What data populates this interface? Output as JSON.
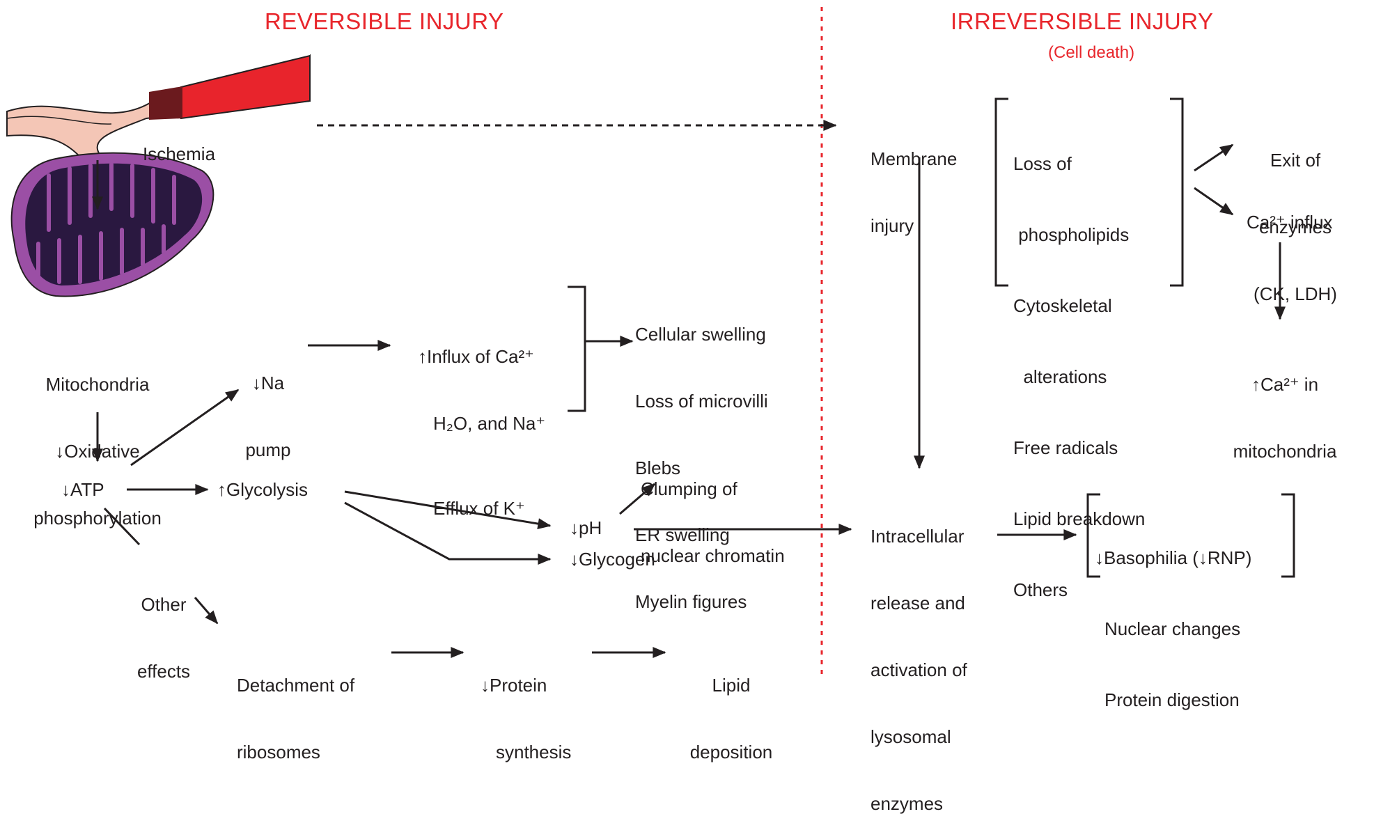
{
  "headers": {
    "reversible": "REVERSIBLE INJURY",
    "irreversible": "IRREVERSIBLE INJURY",
    "irreversible_sub": "(Cell death)"
  },
  "nodes": {
    "ischemia": "Ischemia",
    "mito_1": "Mitochondria",
    "mito_2": "↓Oxidative",
    "mito_3": "phosphorylation",
    "atp": "↓ATP",
    "na_1": "↓Na",
    "na_2": "pump",
    "glycolysis": "↑Glycolysis",
    "influx_1": "↑Influx of Ca²⁺",
    "influx_2": "H₂O, and Na⁺",
    "influx_3": "Efflux of K⁺",
    "swelling": [
      "Cellular swelling",
      "Loss of microvilli",
      "Blebs",
      "ER swelling",
      "Myelin figures"
    ],
    "clumping_1": "Clumping of",
    "clumping_2": "nuclear chromatin",
    "ph": "↓pH",
    "glycogen": "↓Glycogen",
    "other_1": "Other",
    "other_2": "effects",
    "detach_1": "Detachment of",
    "detach_2": "ribosomes",
    "protein_1": "↓Protein",
    "protein_2": "synthesis",
    "lipid_1": "Lipid",
    "lipid_2": "deposition",
    "membrane_1": "Membrane",
    "membrane_2": "injury",
    "causes": [
      "Loss of",
      " phospholipids",
      "Cytoskeletal",
      "  alterations",
      "Free radicals",
      "Lipid breakdown",
      "Others"
    ],
    "exit": [
      "Exit of",
      "enzymes",
      "(CK, LDH)"
    ],
    "ca_influx": "Ca²⁺ influx",
    "ca_mito_1": "↑Ca²⁺ in",
    "ca_mito_2": "mitochondria",
    "lyso": [
      "Intracellular",
      "release and",
      "activation of",
      "lysosomal",
      "enzymes"
    ],
    "nuclear": [
      "↓Basophilia (↓RNP)",
      "Nuclear changes",
      "Protein digestion"
    ]
  },
  "colors": {
    "accent_red": "#e8262c",
    "ink": "#231f20",
    "vessel_red": "#e8242c",
    "vessel_pink": "#f4c6b6",
    "mito_purple": "#9b4fa5",
    "mito_dark": "#2a1840"
  }
}
